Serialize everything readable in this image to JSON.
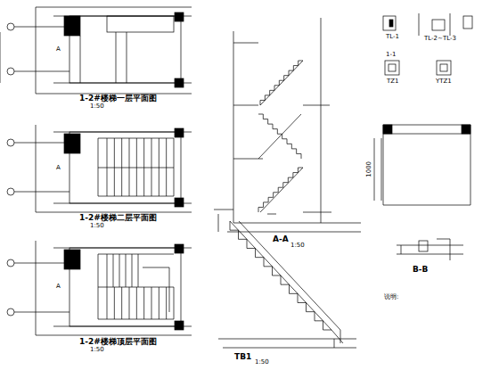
{
  "diagram": {
    "labels": [
      "1-2#楼梯一层平面图",
      "1-2#楼梯二层平面图",
      "1-2#楼梯顶层平面图",
      "A-A",
      "TB1",
      "TL-1",
      "TL-2~TL-3",
      "1-1",
      "TZ1",
      "YTZ1",
      "B-B",
      "1000",
      "说明:",
      "A",
      "A",
      "A",
      "1:50",
      "1:50",
      "1:50",
      "1:50",
      "1:50"
    ]
  }
}
